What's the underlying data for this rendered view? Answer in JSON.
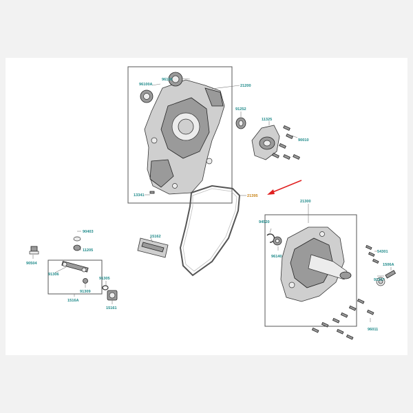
{
  "parts": {
    "p21200": "21200",
    "p96106": "96106",
    "p96100a": "96100A",
    "p91252": "91252",
    "p11325": "11325",
    "p90010": "90010",
    "p13341": "13341",
    "p21395": "21395",
    "p21300": "21300",
    "p94520": "94520",
    "p96140": "96140",
    "p54301": "54301",
    "p1506a": "1506A",
    "p91307": "91307",
    "p96011": "96011",
    "p15162": "15162",
    "p90403": "90403",
    "p11205": "11205",
    "p90504": "90504",
    "p91306": "91306",
    "p1516a": "1516A",
    "p91309": "91309",
    "p91305": "91305",
    "p15161": "15161"
  },
  "colors": {
    "label": "#1f8a8a",
    "highlight_label": "#c8841a",
    "arrow": "#e02020"
  }
}
